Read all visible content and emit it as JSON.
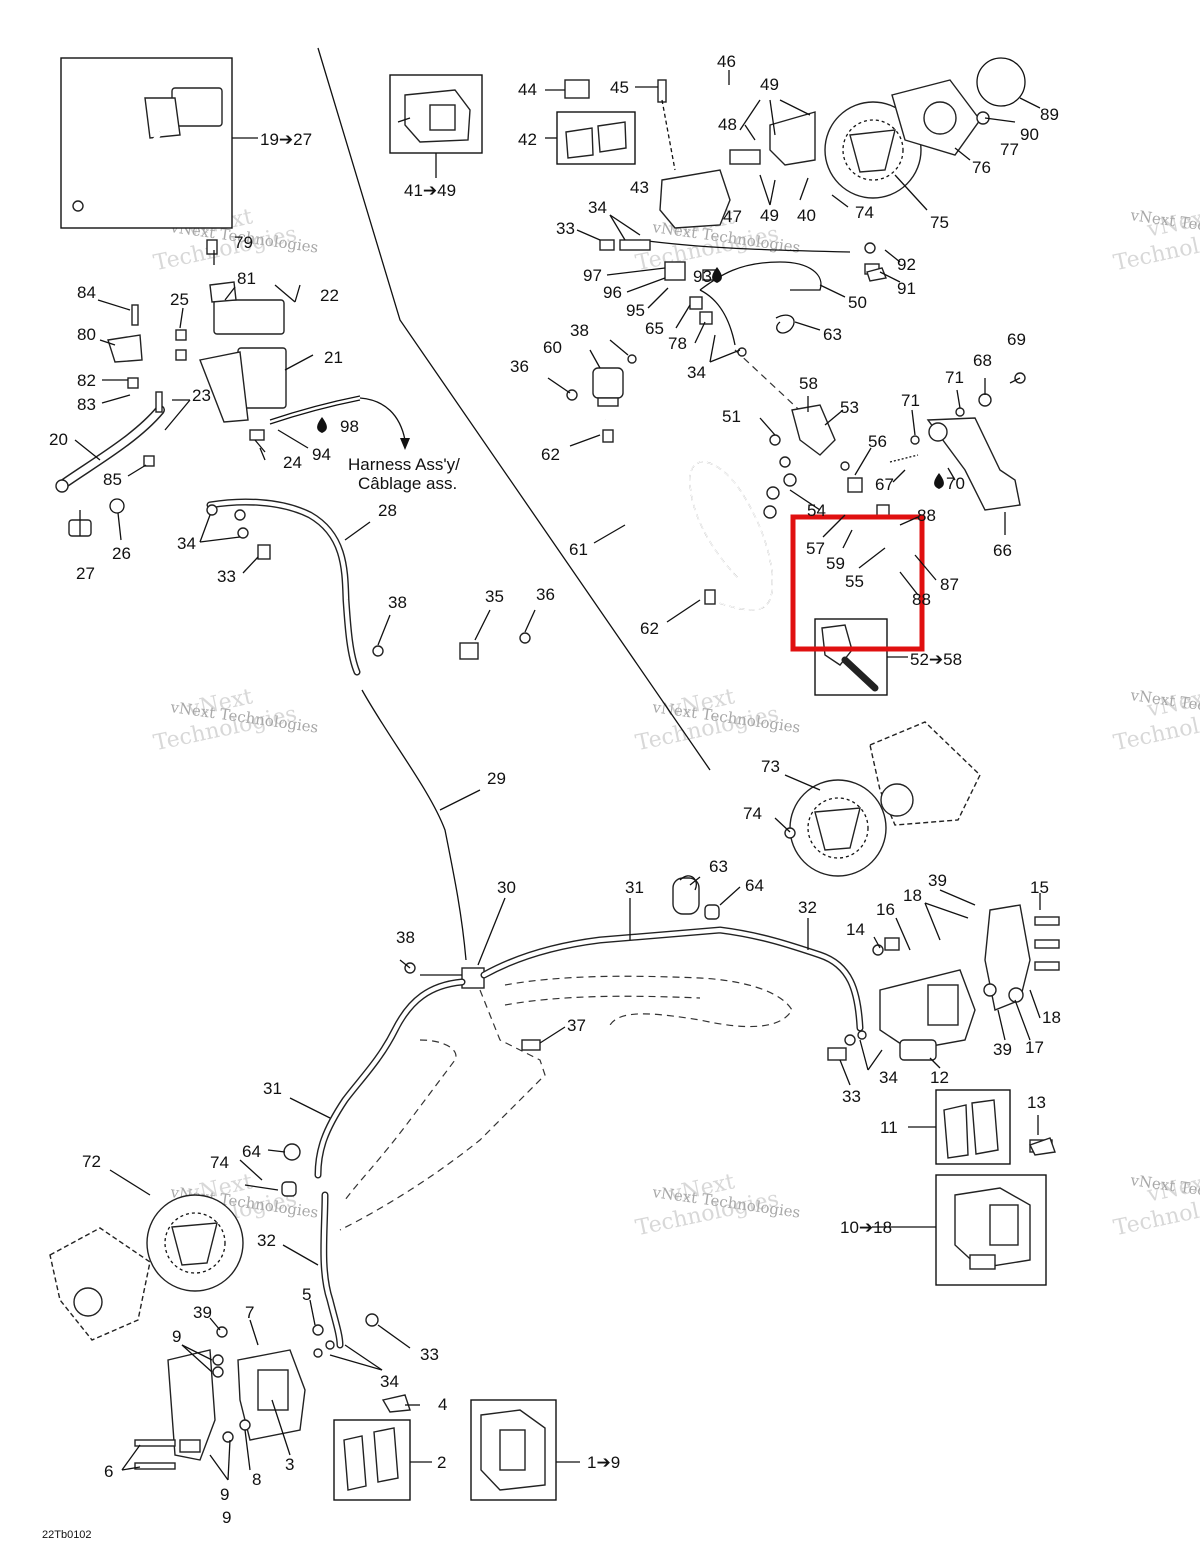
{
  "diagram": {
    "drawing_code": "22Tb0102",
    "watermark": {
      "line1": "vNext",
      "line2": "Technologies",
      "caption": "vNext Technologies"
    },
    "harness_note": [
      "Harness Ass'y/",
      "Câblage ass."
    ],
    "highlight": {
      "color": "#e01010"
    },
    "callouts": [
      "1➔9",
      "2",
      "3",
      "4",
      "5",
      "6",
      "7",
      "8",
      "9",
      "9",
      "9",
      "10➔18",
      "11",
      "12",
      "13",
      "14",
      "15",
      "16",
      "17",
      "18",
      "18",
      "19➔27",
      "20",
      "21",
      "22",
      "23",
      "24",
      "25",
      "26",
      "27",
      "28",
      "29",
      "30",
      "31",
      "31",
      "32",
      "32",
      "33",
      "33",
      "33",
      "33",
      "34",
      "34",
      "34",
      "34",
      "34",
      "35",
      "36",
      "36",
      "37",
      "38",
      "38",
      "38",
      "39",
      "39",
      "39",
      "40",
      "41➔49",
      "42",
      "43",
      "44",
      "45",
      "46",
      "47",
      "48",
      "49",
      "49",
      "50",
      "51",
      "52➔58",
      "53",
      "54",
      "55",
      "56",
      "57",
      "58",
      "59",
      "60",
      "61",
      "62",
      "62",
      "63",
      "63",
      "64",
      "64",
      "65",
      "66",
      "67",
      "68",
      "69",
      "70",
      "71",
      "71",
      "72",
      "73",
      "74",
      "74",
      "74",
      "75",
      "76",
      "77",
      "78",
      "79",
      "80",
      "81",
      "82",
      "83",
      "84",
      "85",
      "87",
      "88",
      "88",
      "89",
      "90",
      "91",
      "92",
      "93",
      "94",
      "95",
      "96",
      "97",
      "98"
    ]
  }
}
